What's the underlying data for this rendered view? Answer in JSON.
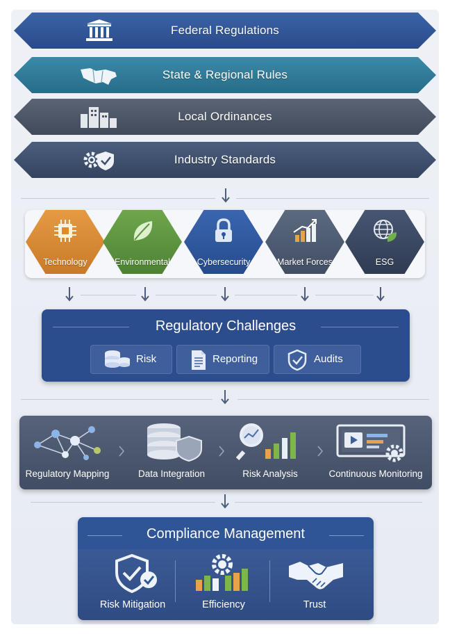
{
  "tiers": [
    {
      "label": "Federal Regulations",
      "icon": "government-building-icon",
      "color": "#2f5597"
    },
    {
      "label": "State & Regional Rules",
      "icon": "us-map-icon",
      "color": "#2d7a99"
    },
    {
      "label": "Local Ordinances",
      "icon": "city-buildings-icon",
      "color": "#4b5565"
    },
    {
      "label": "Industry Standards",
      "icon": "gear-shield-icon",
      "color": "#3c4e6b"
    }
  ],
  "drivers": [
    {
      "label": "Technology",
      "icon": "chip-icon",
      "color": "#d98b35"
    },
    {
      "label": "Environmental",
      "icon": "leaf-icon",
      "color": "#5d9440"
    },
    {
      "label": "Cybersecurity",
      "icon": "padlock-icon",
      "color": "#2e5596"
    },
    {
      "label": "Market Forces",
      "icon": "growth-chart-icon",
      "color": "#4f5d72"
    },
    {
      "label": "ESG",
      "icon": "globe-leaf-icon",
      "color": "#38465e"
    }
  ],
  "challenges": {
    "title": "Regulatory Challenges",
    "items": [
      {
        "label": "Risk",
        "icon": "database-stack-icon"
      },
      {
        "label": "Reporting",
        "icon": "report-document-icon"
      },
      {
        "label": "Audits",
        "icon": "shield-check-icon"
      }
    ]
  },
  "process": [
    {
      "label": "Regulatory Mapping",
      "icon": "network-map-icon"
    },
    {
      "label": "Data Integration",
      "icon": "database-shield-icon"
    },
    {
      "label": "Risk Analysis",
      "icon": "magnifier-chart-icon"
    },
    {
      "label": "Continuous Monitoring",
      "icon": "monitor-dashboard-icon"
    }
  ],
  "compliance": {
    "title": "Compliance Management",
    "outcomes": [
      {
        "label": "Risk Mitigation",
        "icon": "shield-check-icon"
      },
      {
        "label": "Efficiency",
        "icon": "gear-chart-icon"
      },
      {
        "label": "Trust",
        "icon": "handshake-icon"
      }
    ]
  }
}
